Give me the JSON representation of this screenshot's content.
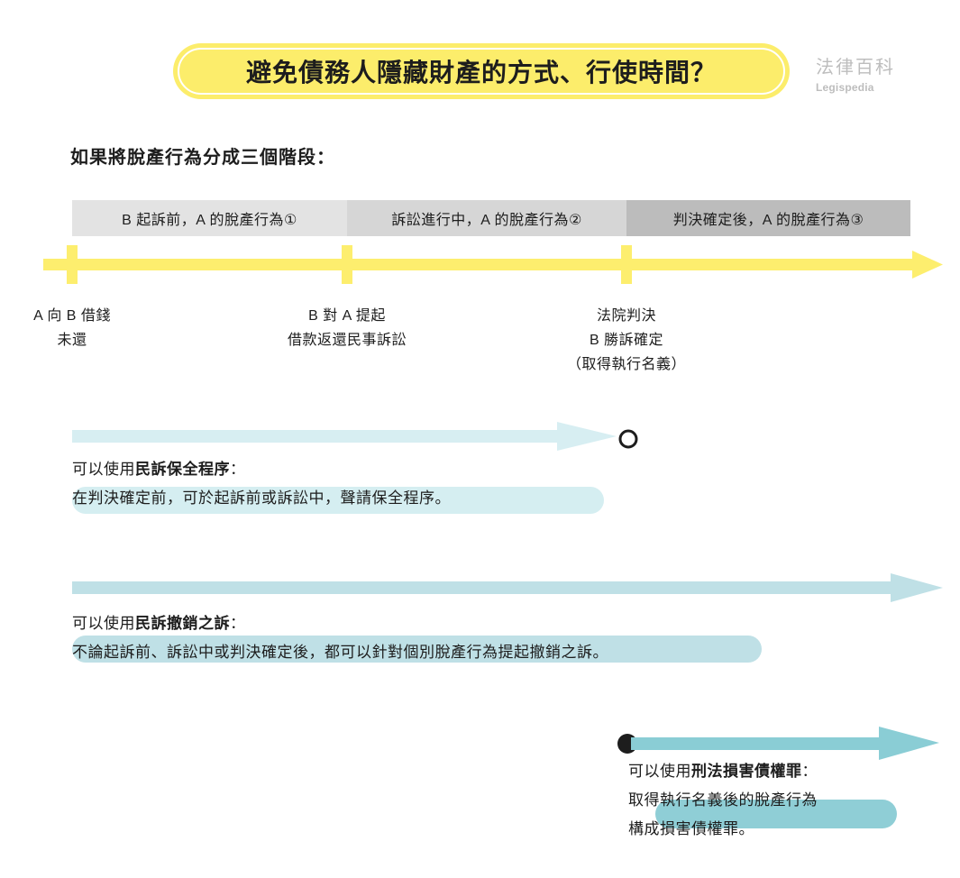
{
  "header": {
    "title": "避免債務人隱藏財產的方式、行使時間？",
    "brand_cn": "法律百科",
    "brand_en": "Legispedia",
    "pill_color": "#fced6b"
  },
  "subheading": "如果將脫產行為分成三個階段：",
  "timeline": {
    "axis_color": "#fdee6e",
    "stages": [
      {
        "label": "B 起訴前，A 的脫產行為①",
        "color": "#e3e3e3"
      },
      {
        "label": "訴訟進行中，A 的脫產行為②",
        "color": "#d6d6d6"
      },
      {
        "label": "判決確定後，A 的脫產行為③",
        "color": "#bcbcbc"
      }
    ],
    "points": [
      {
        "lines": [
          "A 向 B 借錢",
          "未還"
        ]
      },
      {
        "lines": [
          "B 對 A 提起",
          "借款返還民事訴訟"
        ]
      },
      {
        "lines": [
          "法院判決",
          "B 勝訴確定",
          "（取得執行名義）"
        ]
      }
    ]
  },
  "measures": [
    {
      "arrow_color": "#d7eef2",
      "end_marker": "hollow-circle",
      "lead_in": "可以使用",
      "term": "民訴保全程序",
      "colon": "：",
      "detail": "在判決確定前，可於起訴前或訴訟中，聲請保全程序。",
      "highlight_color": "#d5eef1"
    },
    {
      "arrow_color": "#bfe0e6",
      "end_marker": "none",
      "lead_in": "可以使用",
      "term": "民訴撤銷之訴",
      "colon": "：",
      "detail": "不論起訴前、訴訟中或判決確定後，都可以針對個別脫產行為提起撤銷之訴。",
      "highlight_color": "#bfe0e6"
    },
    {
      "arrow_color": "#8acdd5",
      "start_marker": "filled-circle",
      "lead_in": "可以使用",
      "term": "刑法損害債權罪",
      "colon": "：",
      "detail_line1": "取得執行名義後的脫產行為",
      "detail_line2": "構成損害債權罪。",
      "highlight_color": "#8fced6"
    }
  ]
}
